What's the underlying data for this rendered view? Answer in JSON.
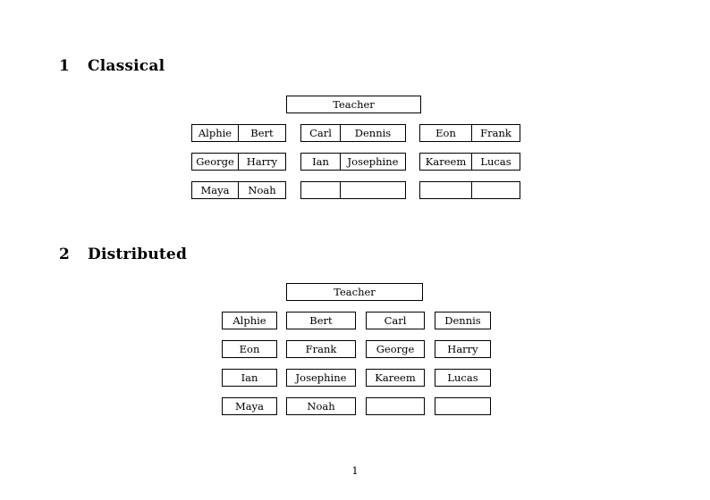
{
  "document": {
    "page_number": "1",
    "sections": [
      {
        "number": "1",
        "title": "Classical",
        "teacher_label": "Teacher",
        "groups": [
          {
            "name": "group-left",
            "rows": [
              [
                "Alphie",
                "Bert"
              ],
              [
                "George",
                "Harry"
              ],
              [
                "Maya",
                "Noah"
              ]
            ]
          },
          {
            "name": "group-middle",
            "rows": [
              [
                "Carl",
                "Dennis"
              ],
              [
                "Ian",
                "Josephine"
              ],
              [
                "",
                ""
              ]
            ]
          },
          {
            "name": "group-right",
            "rows": [
              [
                "Eon",
                "Frank"
              ],
              [
                "Kareem",
                "Lucas"
              ],
              [
                "",
                ""
              ]
            ]
          }
        ]
      },
      {
        "number": "2",
        "title": "Distributed",
        "teacher_label": "Teacher",
        "rows": [
          [
            "Alphie",
            "Bert",
            "Carl",
            "Dennis"
          ],
          [
            "Eon",
            "Frank",
            "George",
            "Harry"
          ],
          [
            "Ian",
            "Josephine",
            "Kareem",
            "Lucas"
          ],
          [
            "Maya",
            "Noah",
            "",
            ""
          ]
        ]
      }
    ]
  }
}
